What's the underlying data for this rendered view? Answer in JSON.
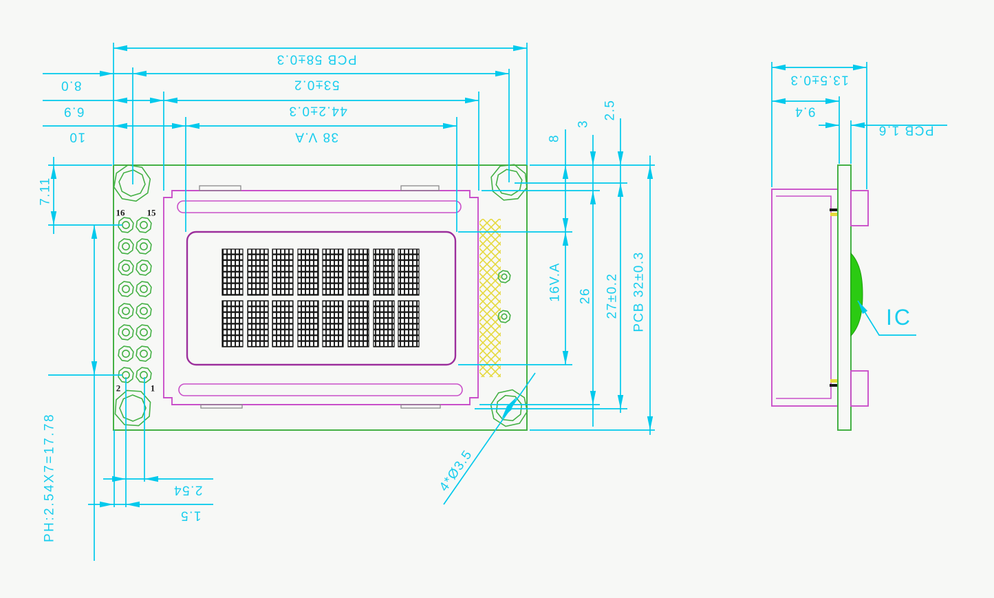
{
  "drawing_type": "LCD module dimensional engineering drawing",
  "colors": {
    "dimension": "#00c9ec",
    "pcb_outline": "#44b044",
    "bezel_frame": "#c94fc9",
    "display_window": "#9c2f9c",
    "connector_hatch": "#e6d93d",
    "ic_glob": "#2bcb12",
    "pin_text": "#1a1a1a",
    "background": "#f7f8f6"
  },
  "front_view": {
    "dims": {
      "pcb_width": "PCB 58±0.3",
      "hole_pitch_h": "53±0.2",
      "bezel_width": "44.2±0.3",
      "va_width": "38 V.A",
      "edge_to_hole": "8.0",
      "edge_to_bezel": "6.9",
      "edge_to_va": "10",
      "top_to_pin1": "7.11",
      "pin_header": "PH:2.54X7=17.78",
      "pin_pitch": "2.54",
      "edge_to_pin": "1.5",
      "hole_callout": "4*Ø3.5",
      "top_to_va": "8",
      "top_to_bezel": "3",
      "top_to_hole": "2.5",
      "va_height": "16V.A",
      "bezel_height": "26",
      "hole_pitch_v": "27±0.2",
      "pcb_height": "PCB 32±0.3"
    },
    "pin_labels": {
      "p16": "16",
      "p15": "15",
      "p2": "2",
      "p1": "1"
    }
  },
  "side_view": {
    "dims": {
      "total_thickness": "13.5±0.3",
      "module_thickness": "9.4",
      "pcb_thickness": "PCB 1.6"
    },
    "ic_label": "IC"
  }
}
